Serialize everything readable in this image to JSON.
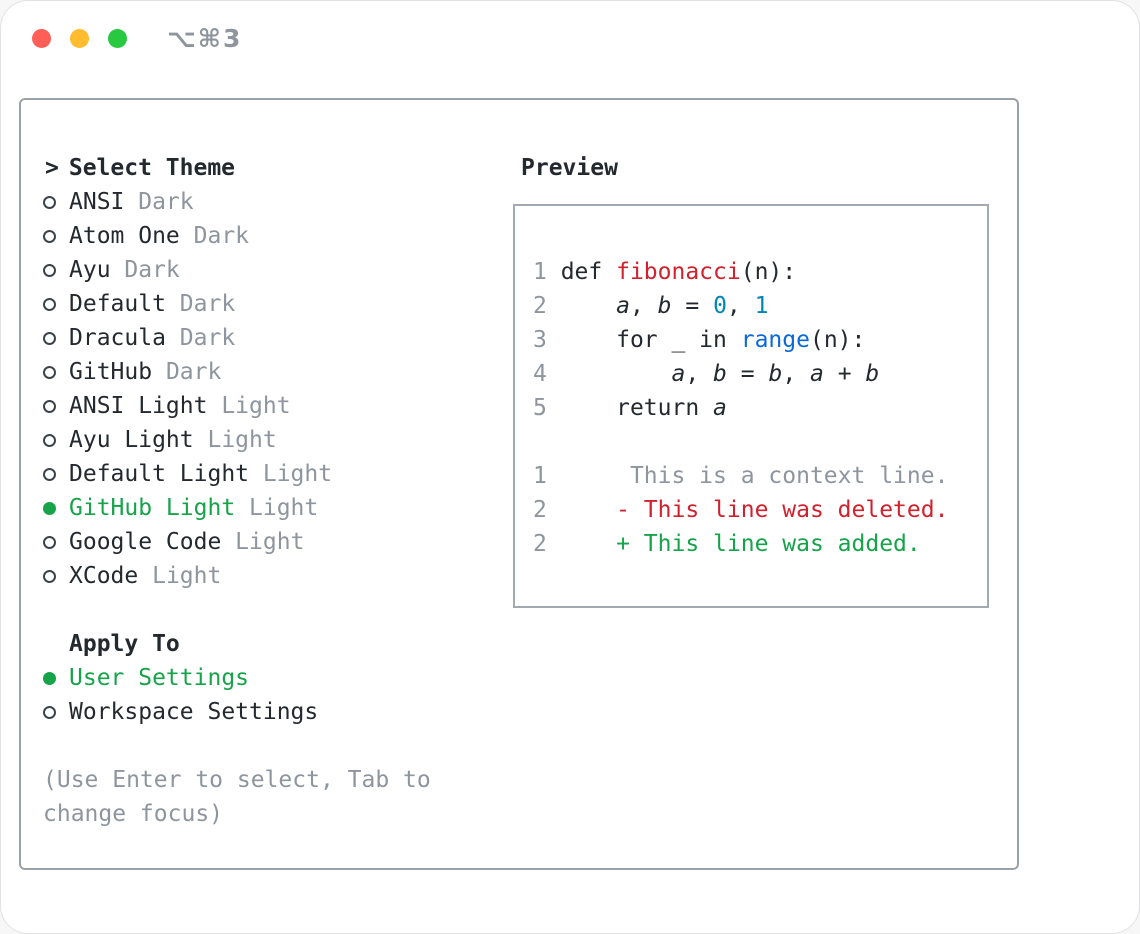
{
  "window": {
    "shortcut": "⌥⌘3"
  },
  "theme_picker": {
    "prompt": ">",
    "title": "Select Theme",
    "items": [
      {
        "label": "ANSI",
        "variant": "Dark",
        "selected": false
      },
      {
        "label": "Atom One",
        "variant": "Dark",
        "selected": false
      },
      {
        "label": "Ayu",
        "variant": "Dark",
        "selected": false
      },
      {
        "label": "Default",
        "variant": "Dark",
        "selected": false
      },
      {
        "label": "Dracula",
        "variant": "Dark",
        "selected": false
      },
      {
        "label": "GitHub",
        "variant": "Dark",
        "selected": false
      },
      {
        "label": "ANSI Light",
        "variant": "Light",
        "selected": false
      },
      {
        "label": "Ayu Light",
        "variant": "Light",
        "selected": false
      },
      {
        "label": "Default Light",
        "variant": "Light",
        "selected": false
      },
      {
        "label": "GitHub Light",
        "variant": "Light",
        "selected": true
      },
      {
        "label": "Google Code",
        "variant": "Light",
        "selected": false
      },
      {
        "label": "XCode",
        "variant": "Light",
        "selected": false
      }
    ],
    "apply_to": {
      "title": "Apply To",
      "options": [
        {
          "label": "User Settings",
          "selected": true
        },
        {
          "label": "Workspace Settings",
          "selected": false
        }
      ]
    },
    "hint": "(Use Enter to select, Tab to change focus)"
  },
  "preview": {
    "title": "Preview",
    "lines": [
      {
        "num": "1",
        "tokens": [
          {
            "t": "def ",
            "c": "fg"
          },
          {
            "t": "fibonacci",
            "c": "red"
          },
          {
            "t": "(n):",
            "c": "fg"
          }
        ]
      },
      {
        "num": "2",
        "tokens": [
          {
            "t": "    ",
            "c": "fg"
          },
          {
            "t": "a",
            "c": "fg",
            "i": true
          },
          {
            "t": ", ",
            "c": "fg"
          },
          {
            "t": "b",
            "c": "fg",
            "i": true
          },
          {
            "t": " = ",
            "c": "fg"
          },
          {
            "t": "0",
            "c": "teal"
          },
          {
            "t": ", ",
            "c": "fg"
          },
          {
            "t": "1",
            "c": "teal"
          }
        ]
      },
      {
        "num": "3",
        "tokens": [
          {
            "t": "    for _ in ",
            "c": "fg"
          },
          {
            "t": "range",
            "c": "blue"
          },
          {
            "t": "(n):",
            "c": "fg"
          }
        ]
      },
      {
        "num": "4",
        "tokens": [
          {
            "t": "        ",
            "c": "fg"
          },
          {
            "t": "a",
            "c": "fg",
            "i": true
          },
          {
            "t": ", ",
            "c": "fg"
          },
          {
            "t": "b",
            "c": "fg",
            "i": true
          },
          {
            "t": " = ",
            "c": "fg"
          },
          {
            "t": "b",
            "c": "fg",
            "i": true
          },
          {
            "t": ", ",
            "c": "fg"
          },
          {
            "t": "a",
            "c": "fg",
            "i": true
          },
          {
            "t": " + ",
            "c": "fg"
          },
          {
            "t": "b",
            "c": "fg",
            "i": true
          }
        ]
      },
      {
        "num": "5",
        "tokens": [
          {
            "t": "    return ",
            "c": "fg"
          },
          {
            "t": "a",
            "c": "fg",
            "i": true
          }
        ]
      },
      {
        "num": "",
        "tokens": []
      },
      {
        "num": "1",
        "tokens": [
          {
            "t": "     This is a context line.",
            "c": "muted"
          }
        ]
      },
      {
        "num": "2",
        "tokens": [
          {
            "t": "    - This line was deleted.",
            "c": "red"
          }
        ]
      },
      {
        "num": "2",
        "tokens": [
          {
            "t": "    + This line was added.",
            "c": "green"
          }
        ]
      }
    ]
  },
  "colors": {
    "fg": "#24292f",
    "muted": "#8e959e",
    "green": "#16a34a",
    "red": "#cf222e",
    "blue": "#0969da",
    "teal": "#0086b3",
    "traffic_red": "#ff5f57",
    "traffic_yellow": "#febc2e",
    "traffic_green": "#28c840"
  }
}
